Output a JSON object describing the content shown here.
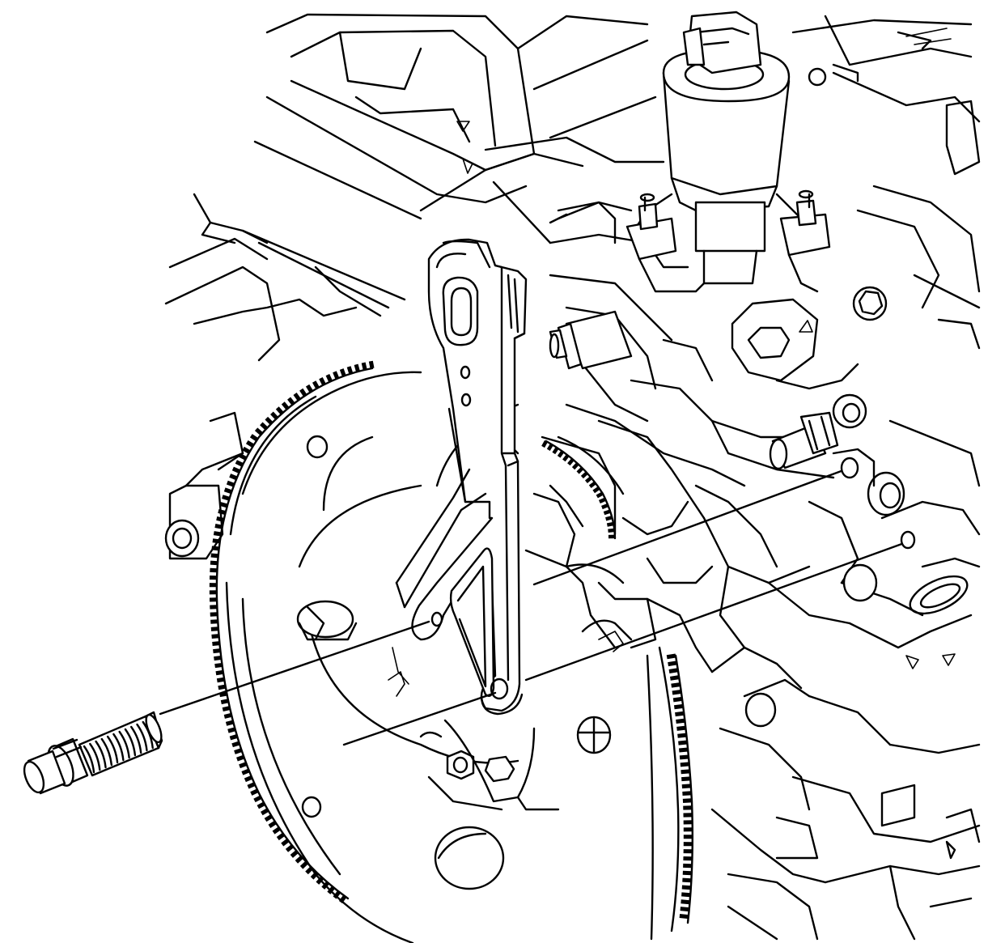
{
  "figure": {
    "kind": "line-art technical illustration",
    "background": "#ffffff",
    "ink": "#000000",
    "parts": [
      "engine-block",
      "flywheel",
      "flywheel-ring-gear",
      "sensor-bracket",
      "stud-bolt",
      "upper-sensor-unit",
      "alignment-guide-lines"
    ]
  }
}
